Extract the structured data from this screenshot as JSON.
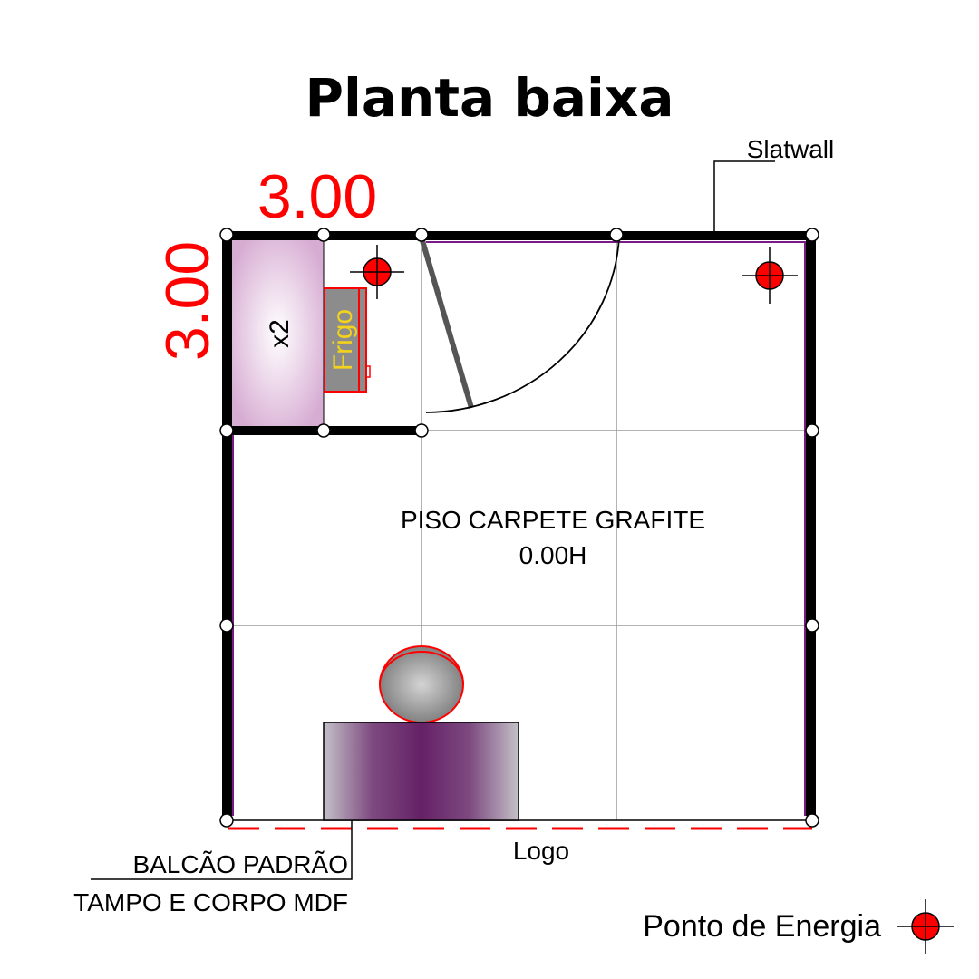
{
  "title": "Planta baixa",
  "dimensions": {
    "width": "3.00",
    "depth": "3.00"
  },
  "labels": {
    "slatwall": "Slatwall",
    "floor_line1": "PISO CARPETE GRAFITE",
    "floor_line2": "0.00H",
    "storage_qty": "x2",
    "fridge": "Frigo",
    "logo": "Logo",
    "counter_line1": "BALCÃO PADRÃO",
    "counter_line2": "TAMPO E CORPO MDF"
  },
  "legend": {
    "energy_point": "Ponto de Energia"
  },
  "colors": {
    "wall": "#000000",
    "slatwall_accent": "#7a1a86",
    "dimension_text": "#ff0000",
    "energy_point": "#ff0000",
    "grid": "#9a9a9a",
    "counter_purple": "#652166",
    "storage_pink": "#d8b4d6",
    "fridge_gray": "#8c8c8c",
    "fridge_text": "#f2d21c",
    "logo_dash": "#ff0000"
  }
}
